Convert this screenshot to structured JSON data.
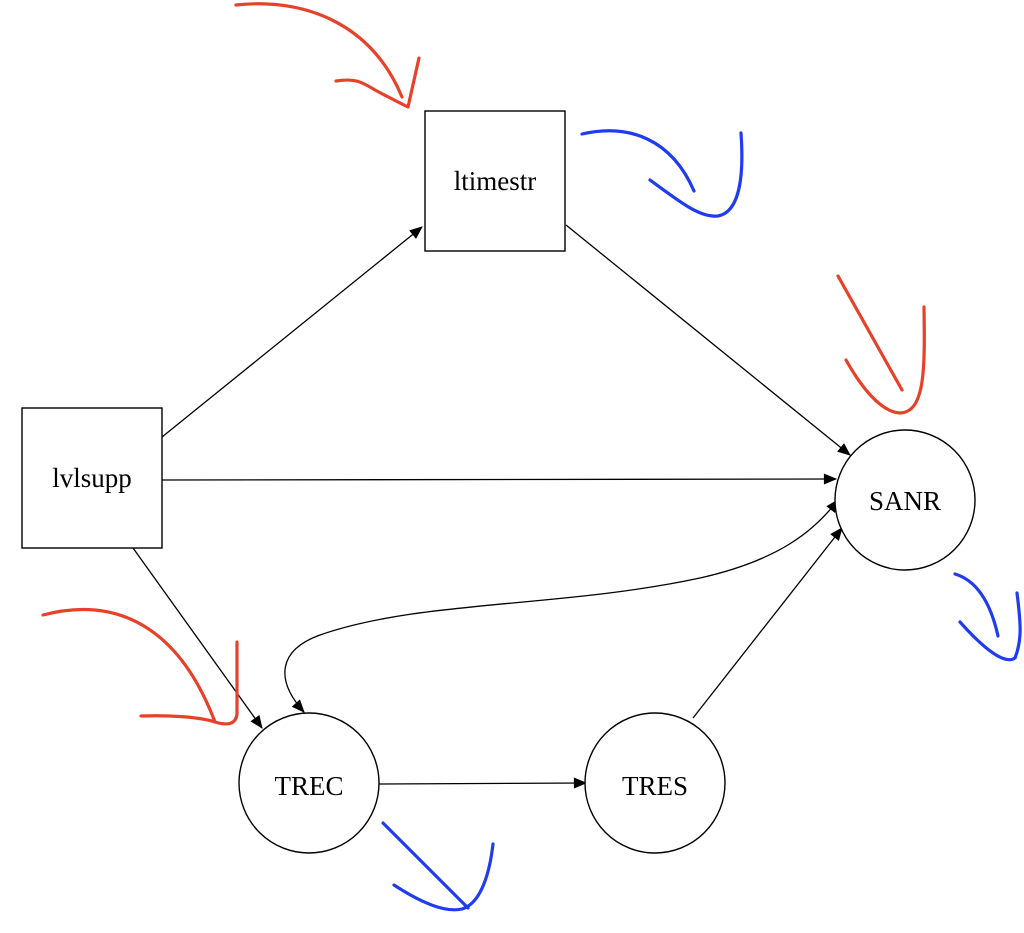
{
  "diagram": {
    "type": "directed-graph",
    "nodes": [
      {
        "id": "ltimestr",
        "label": "ltimestr",
        "shape": "box"
      },
      {
        "id": "lvlsupp",
        "label": "lvlsupp",
        "shape": "box"
      },
      {
        "id": "SANR",
        "label": "SANR",
        "shape": "circle"
      },
      {
        "id": "TREC",
        "label": "TREC",
        "shape": "circle"
      },
      {
        "id": "TRES",
        "label": "TRES",
        "shape": "circle"
      }
    ],
    "edges": [
      {
        "from": "lvlsupp",
        "to": "ltimestr",
        "direction": "forward"
      },
      {
        "from": "lvlsupp",
        "to": "SANR",
        "direction": "forward"
      },
      {
        "from": "lvlsupp",
        "to": "TREC",
        "direction": "forward"
      },
      {
        "from": "ltimestr",
        "to": "SANR",
        "direction": "forward"
      },
      {
        "from": "TREC",
        "to": "SANR",
        "direction": "both"
      },
      {
        "from": "TREC",
        "to": "TRES",
        "direction": "forward"
      },
      {
        "from": "TRES",
        "to": "SANR",
        "direction": "forward"
      }
    ],
    "annotations": [
      {
        "id": "red-arrow-ltimestr",
        "color": "#e8412a",
        "near": "ltimestr"
      },
      {
        "id": "blue-arrow-ltimestr",
        "color": "#1f3cf0",
        "near": "ltimestr"
      },
      {
        "id": "red-arrow-sanr",
        "color": "#e8412a",
        "near": "SANR"
      },
      {
        "id": "blue-arrow-sanr",
        "color": "#1f3cf0",
        "near": "SANR"
      },
      {
        "id": "red-arrow-trec",
        "color": "#e8412a",
        "near": "TREC"
      },
      {
        "id": "blue-arrow-trec",
        "color": "#1f3cf0",
        "near": "TREC"
      }
    ]
  },
  "colors": {
    "red": "#e8412a",
    "blue": "#1f3cf0",
    "edge": "#000000",
    "background": "#ffffff"
  }
}
